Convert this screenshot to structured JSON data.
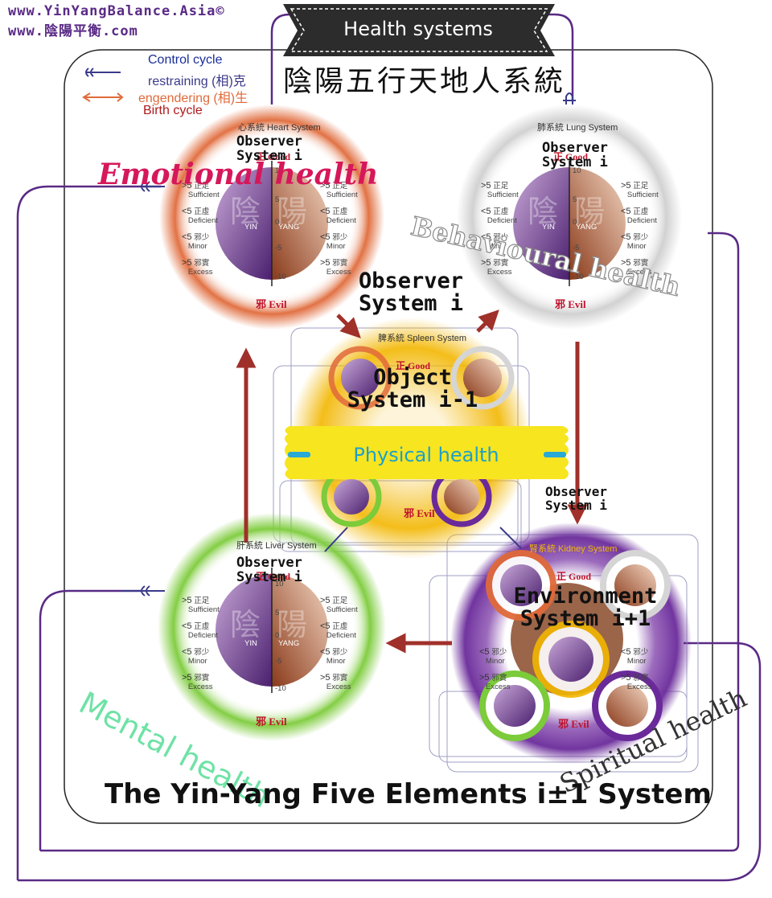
{
  "watermark": {
    "line1": "www.YinYangBalance.Asia©",
    "line2": "www.陰陽平衡.com"
  },
  "banner": {
    "title": "Health systems"
  },
  "chinese_title": "陰陽五行天地人系統",
  "legend": {
    "control": "Control cycle",
    "restraining": "restraining (相)克",
    "engendering": "engendering (相)生",
    "birth": "Birth cycle"
  },
  "colors": {
    "heart": "#e06a3a",
    "lung": "#d9d9d9",
    "spleen": "#f2b600",
    "liver": "#7ccb3a",
    "kidney": "#6a2a9a",
    "arrow": "#a0302a",
    "frame": "#5a2a86",
    "physical_band": "#f7e51f"
  },
  "scale": {
    "good": "正 Good",
    "evil": "邪 Evil",
    "yin": "YIN",
    "yang": "YANG",
    "yin_cn": "陰",
    "yang_cn": "陽",
    "ticks": [
      "10",
      "5",
      "0",
      "-5",
      "-10"
    ],
    "levels": [
      {
        "num": ">5",
        "cn": "正足",
        "en": "Sufficient"
      },
      {
        "num": "<5",
        "cn": "正虛",
        "en": "Deficient"
      },
      {
        "num": "<5",
        "cn": "邪少",
        "en": "Minor"
      },
      {
        "num": ">5",
        "cn": "邪實",
        "en": "Excess"
      }
    ]
  },
  "systems": {
    "heart": "心系統 Heart System",
    "lung": "肺系統 Lung System",
    "spleen": "脾系統 Spleen System",
    "liver": "肝系統 Liver System",
    "kidney": "腎系統 Kidney System"
  },
  "observer": {
    "line1": "Observer",
    "line2": "System i"
  },
  "object": {
    "line1": "Object",
    "line2": "System i-1"
  },
  "environment": {
    "line1": "Environment",
    "line2": "System i+1"
  },
  "health": {
    "emotional": "Emotional health",
    "behavioural": "Behavioural health",
    "physical": "Physical health",
    "mental": "Mental health",
    "spiritual": "Spiritual health"
  },
  "caption": "The Yin-Yang Five Elements i±1 System"
}
